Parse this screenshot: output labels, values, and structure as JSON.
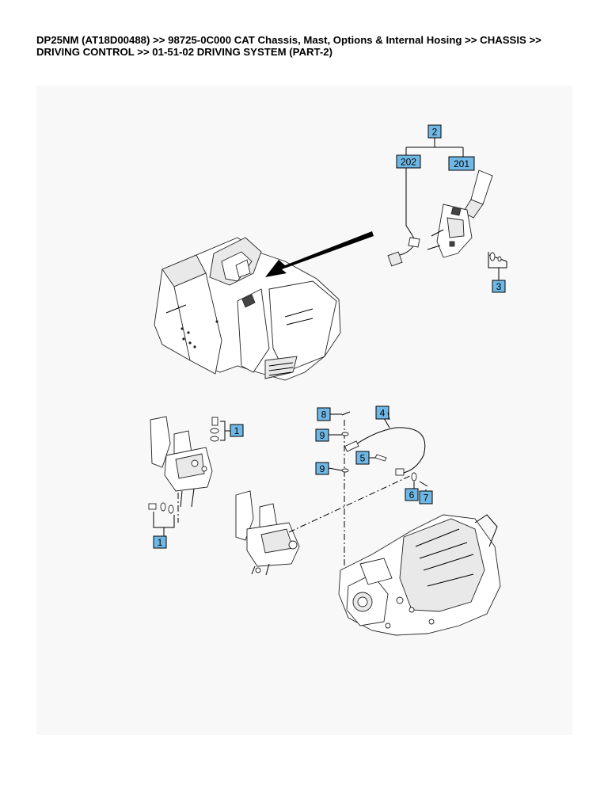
{
  "header": {
    "breadcrumb": "DP25NM (AT18D00488) >> 98725-0C000 CAT Chassis, Mast, Options & Internal Hosing >> CHASSIS >> DRIVING CONTROL >> 01-51-02 DRIVING SYSTEM (PART-2)"
  },
  "callouts": {
    "c2": "2",
    "c202": "202",
    "c201": "201",
    "c3": "3",
    "c8": "8",
    "c4": "4",
    "c1a": "1",
    "c9a": "9",
    "c5": "5",
    "c9b": "9",
    "c6": "6",
    "c7": "7",
    "c1b": "1"
  },
  "colors": {
    "callout_fill": "#6fb8e6",
    "canvas_bg": "#f8f8f8"
  }
}
